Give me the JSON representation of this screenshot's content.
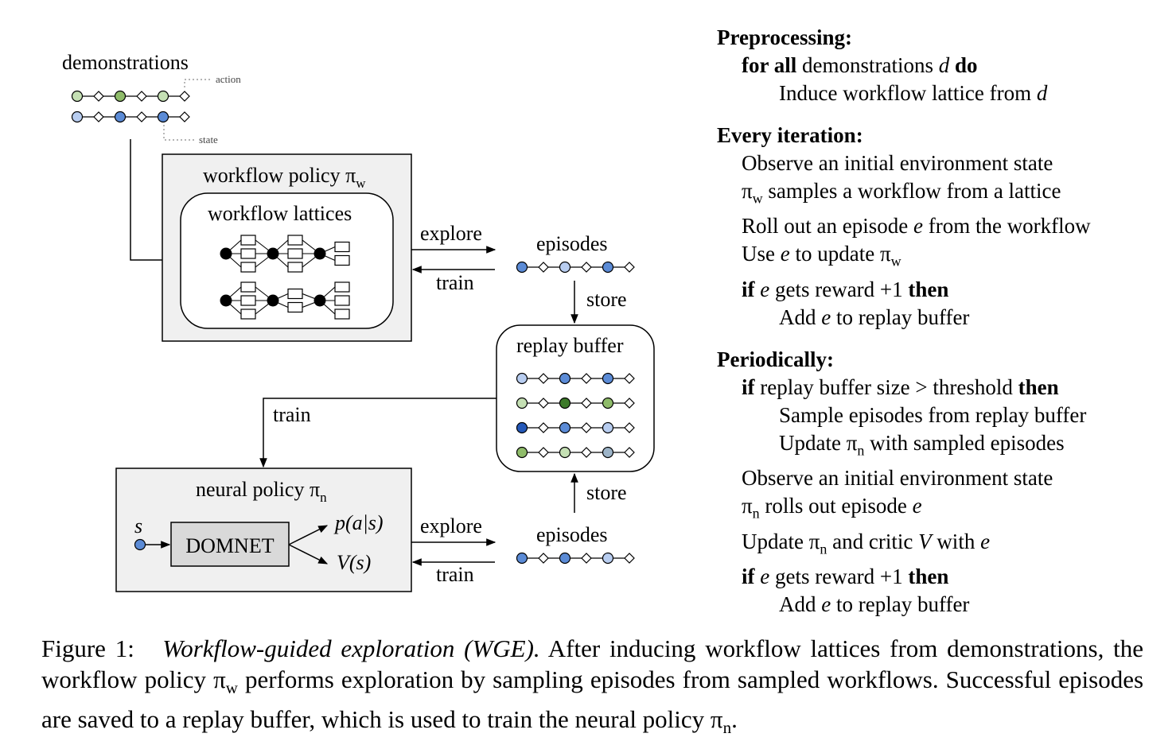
{
  "diagram": {
    "demonstrations_label": "demonstrations",
    "action_label": "action",
    "state_label": "state",
    "workflow_policy_label": "workflow policy π",
    "workflow_policy_sub": "w",
    "workflow_lattices_label": "workflow lattices",
    "explore_top": "explore",
    "train_top": "train",
    "episodes_top": "episodes",
    "store_top": "store",
    "replay_buffer_label": "replay buffer",
    "train_left": "train",
    "store_bottom": "store",
    "neural_policy_label": "neural policy π",
    "neural_policy_sub": "n",
    "s_label": "s",
    "domnet_label": "DOMNET",
    "p_label": "p(a|s)",
    "v_label": "V(s)",
    "explore_bottom": "explore",
    "train_bottom": "train",
    "episodes_bottom": "episodes"
  },
  "colors": {
    "light_green": "#c5e0b4",
    "mid_green": "#8fbc6a",
    "dark_green": "#3d7a2a",
    "light_blue": "#b8cdf0",
    "mid_blue": "#5b8bd6",
    "dark_blue": "#2458b8",
    "gray_blue": "#9db4c8",
    "box_fill": "#f0f0f0",
    "domnet_fill": "#d9d9d9"
  },
  "algorithm": {
    "preprocessing": "Preprocessing:",
    "pre_for_kw": "for all",
    "pre_for_text": " demonstrations ",
    "pre_for_var": "d",
    "pre_do_kw": " do",
    "pre_induce": "Induce workflow lattice from ",
    "pre_induce_var": "d",
    "every_iteration": "Every iteration:",
    "ei_1": "Observe an initial environment state",
    "ei_2_pi": "π",
    "ei_2_sub": "w",
    "ei_2_rest": " samples a workflow from a lattice",
    "ei_3_a": "Roll out an episode ",
    "ei_3_var": "e",
    "ei_3_b": " from the workflow",
    "ei_4_a": "Use ",
    "ei_4_var": "e",
    "ei_4_b": " to update π",
    "ei_4_sub": "w",
    "ei_5_if": "if",
    "ei_5_var": " e",
    "ei_5_text": " gets reward +1 ",
    "ei_5_then": "then",
    "ei_6_a": "Add ",
    "ei_6_var": "e",
    "ei_6_b": " to replay buffer",
    "periodically": "Periodically:",
    "p_1_if": "if",
    "p_1_text": " replay buffer size > threshold ",
    "p_1_then": "then",
    "p_2": "Sample episodes from replay buffer",
    "p_3_a": "Update π",
    "p_3_sub": "n",
    "p_3_b": " with sampled episodes",
    "p_4": "Observe an initial environment state",
    "p_5_pi": "π",
    "p_5_sub": "n",
    "p_5_rest": " rolls out episode ",
    "p_5_var": "e",
    "p_6_a": "Update π",
    "p_6_sub": "n",
    "p_6_b": " and critic ",
    "p_6_var": "V",
    "p_6_c": " with ",
    "p_6_var2": "e",
    "p_7_if": "if",
    "p_7_var": " e",
    "p_7_text": " gets reward +1 ",
    "p_7_then": "then",
    "p_8_a": "Add ",
    "p_8_var": "e",
    "p_8_b": " to replay buffer"
  },
  "caption": {
    "label": "Figure 1:",
    "title": "Workflow-guided exploration (WGE).",
    "text_1": " After inducing workflow lattices from demonstrations, the workflow policy π",
    "sub_1": "w",
    "text_2": " performs exploration by sampling episodes from sampled workflows. Successful episodes are saved to a replay buffer, which is used to train the neural policy π",
    "sub_2": "n",
    "text_3": "."
  }
}
